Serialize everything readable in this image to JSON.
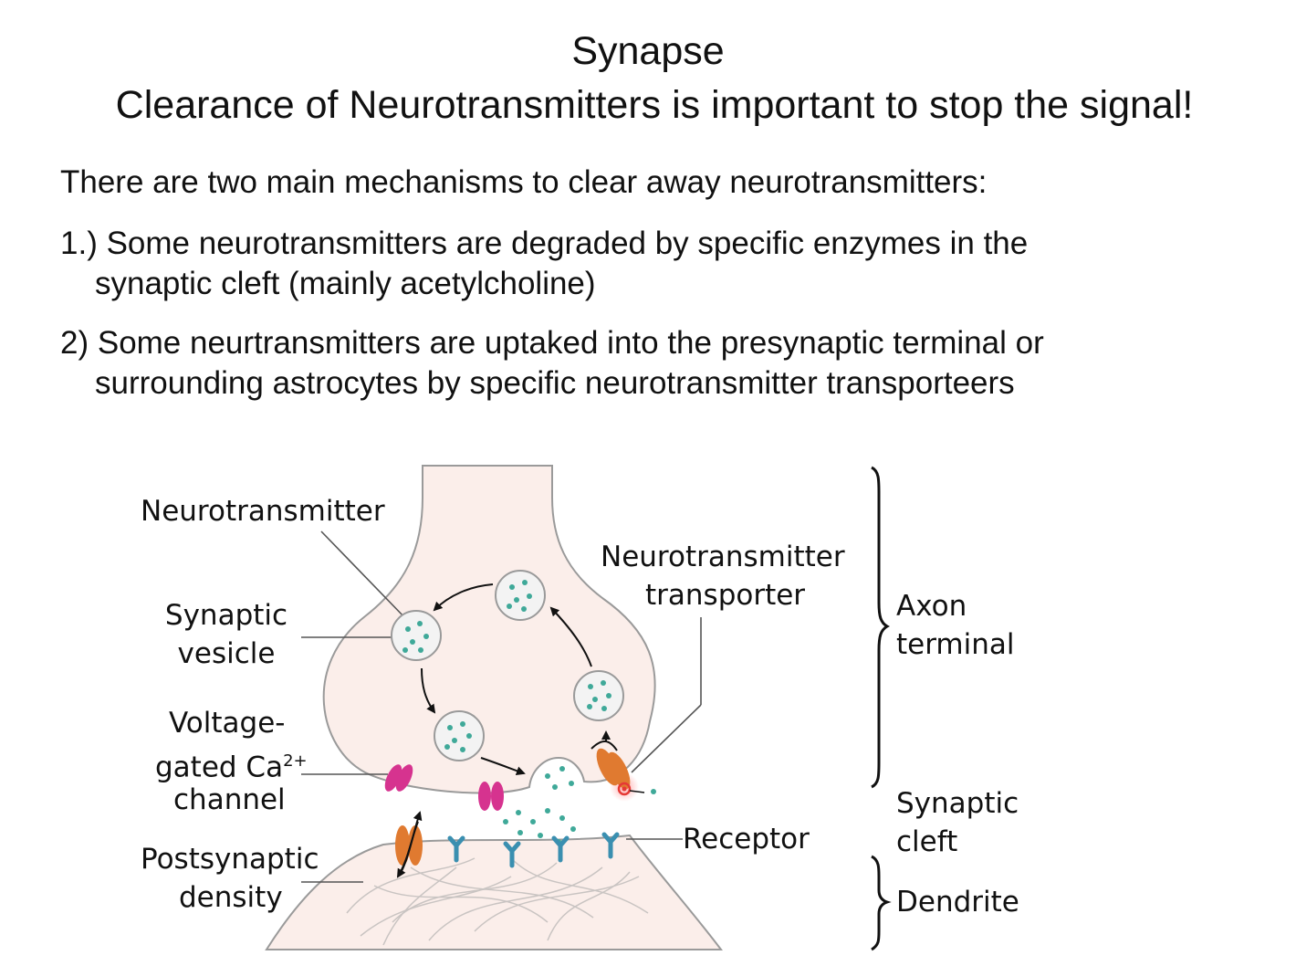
{
  "slide": {
    "title": "Synapse",
    "subtitle": "Clearance of Neurotransmitters is important to stop the signal!",
    "intro": "There are two main mechanisms to clear away neurotransmitters:",
    "points": [
      {
        "line1": "1.)  Some neurotransmitters are degraded by specific enzymes in the",
        "line2": "synaptic cleft (mainly acetylcholine)"
      },
      {
        "line1": "2)  Some neurtransmitters are uptaked into the presynaptic terminal or",
        "line2": "surrounding astrocytes by specific neurotransmitter transporteers"
      }
    ]
  },
  "diagram": {
    "labels": {
      "neurotransmitter": "Neurotransmitter",
      "synaptic_vesicle_1": "Synaptic",
      "synaptic_vesicle_2": "vesicle",
      "vgcc_1": "Voltage-",
      "vgcc_2": "gated Ca",
      "vgcc_sup": "2+",
      "vgcc_3": "channel",
      "psd_1": "Postsynaptic",
      "psd_2": "density",
      "transporter_1": "Neurotransmitter",
      "transporter_2": "transporter",
      "receptor": "Receptor",
      "axon_1": "Axon",
      "axon_2": "terminal",
      "cleft_1": "Synaptic",
      "cleft_2": "cleft",
      "dendrite": "Dendrite"
    },
    "colors": {
      "cell_fill": "#fbeeea",
      "cell_stroke": "#9a9a9a",
      "vesicle_fill": "#f3f3f3",
      "neurotransmitter_dot": "#3fa999",
      "calcium_channel": "#d6338f",
      "transporter": "#e07a30",
      "receptor": "#3a8fb0",
      "transporter_highlight": "#e53935"
    }
  }
}
